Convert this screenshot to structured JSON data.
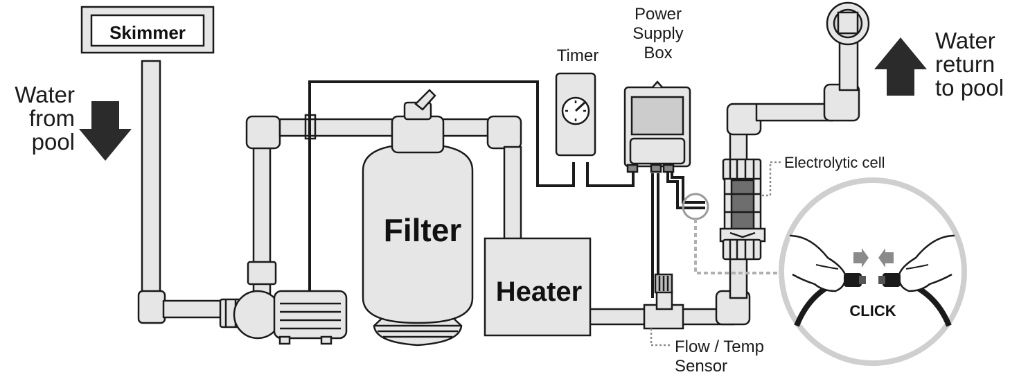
{
  "labels": {
    "skimmer": "Skimmer",
    "water_from_pool": [
      "Water",
      "from",
      "pool"
    ],
    "timer": "Timer",
    "power_supply_box": [
      "Power",
      "Supply",
      "Box"
    ],
    "water_return": [
      "Water",
      "return",
      "to pool"
    ],
    "electrolytic_cell": "Electrolytic cell",
    "filter": "Filter",
    "heater": "Heater",
    "flow_temp_sensor": [
      "Flow / Temp",
      "Sensor"
    ],
    "click": "CLICK"
  },
  "colors": {
    "pipe_fill": "#e6e6e6",
    "pipe_outline": "#1a1a1a",
    "arrow": "#2b2b2b",
    "leader": "#8c8c8c",
    "zoom_ring": "#cfcfcf",
    "cell_dark": "#6e6e6e"
  },
  "icons": [
    "down-arrow-icon",
    "up-arrow-icon",
    "timer-clock-icon",
    "connector-arrows-icon",
    "hand-icon"
  ]
}
